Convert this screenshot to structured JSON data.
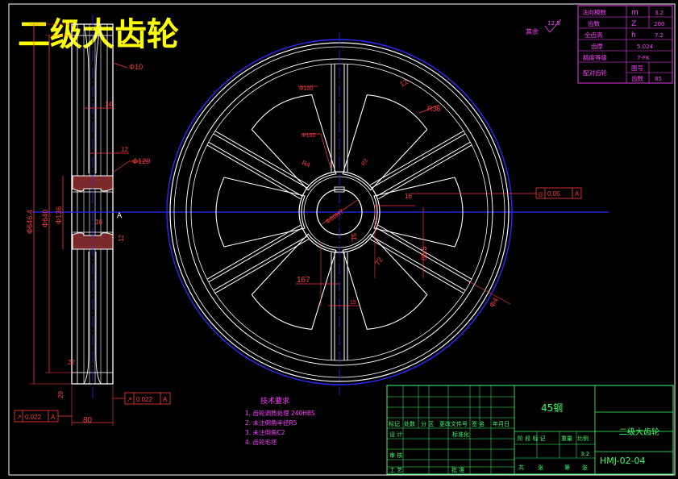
{
  "title": "二级大齿轮",
  "param_table": {
    "rows": [
      {
        "label": "法向模数",
        "symbol": "m",
        "value": "3.2"
      },
      {
        "label": "齿数",
        "symbol": "Z",
        "value": "200"
      },
      {
        "label": "全齿高",
        "symbol": "h",
        "value": "7.2"
      },
      {
        "label": "齿厚",
        "symbol": "",
        "value": "5.024"
      },
      {
        "label": "精度等级",
        "symbol": "",
        "value": "7-FK"
      },
      {
        "label": "配对齿轮",
        "symbol": "图号",
        "value": ""
      },
      {
        "label": "",
        "symbol": "齿数",
        "value": "85"
      }
    ]
  },
  "roughness": {
    "label": "其余",
    "value": "12.5"
  },
  "side_view_dims": {
    "d1": "Φ10",
    "d2": "14",
    "d3": "12",
    "d4": "Φ120",
    "d5": "Φ646.4",
    "d6": "Φ640",
    "d7": "Φ136",
    "d8": "16",
    "d9": "12",
    "d10": "22",
    "d11": "29",
    "d12": "80",
    "tol_left_val": "0.022",
    "tol_left_ref": "A",
    "tol_right_val": "0.022",
    "tol_right_ref": "A",
    "datum": "A"
  },
  "front_view_dims": {
    "d1": "Φ100",
    "d2": "Φ100",
    "d3": "12",
    "d4": "R36",
    "d5": "R4",
    "d6": "R2",
    "d7": "Φ80H7",
    "d8": "16",
    "d9": "15",
    "d10": "85.5",
    "d11": "167",
    "d12": "72",
    "d13": "Φ4",
    "d14": "15",
    "tol_sym": "◎",
    "tol_val": "0.05",
    "tol_ref": "A"
  },
  "tech_req": {
    "title": "技术要求",
    "items": [
      "1. 齿轮调质处理 240HBS",
      "2. 未注倒角半径R5",
      "3. 未注倒角C2",
      "4. 齿轮毛坯"
    ]
  },
  "title_block": {
    "material": "45钢",
    "part_name": "二级大齿轮",
    "drawing_no": "HMJ-02-04",
    "scale": "3:2",
    "row_headers": [
      "标记",
      "处数",
      "分 区",
      "更改文件号",
      "签 名",
      "年月日"
    ],
    "design_label": "设 计",
    "standard_label": "标准化",
    "stage_headers": [
      "阶 段 标 记",
      "重量",
      "比例"
    ],
    "review_label": "审 核",
    "process_label": "工 艺",
    "approve_label": "批 准",
    "sheet_info": [
      "共",
      "张",
      "第",
      "张"
    ]
  },
  "colors": {
    "outline": "#ffffff",
    "centerline": "#2a2aff",
    "dimension": "#ff3b3b",
    "text_magenta": "#ff40ff",
    "frame": "#3cff6a",
    "title": "#ffff00"
  }
}
